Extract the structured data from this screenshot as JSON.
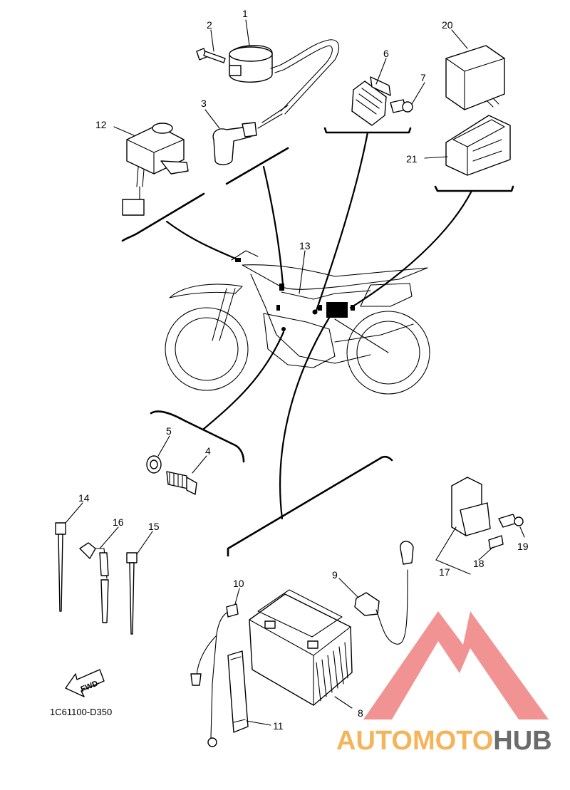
{
  "diagram": {
    "code": "1C61100-D350",
    "fwd_label": "FWD",
    "parts": [
      {
        "no": "1"
      },
      {
        "no": "2"
      },
      {
        "no": "3"
      },
      {
        "no": "4"
      },
      {
        "no": "5"
      },
      {
        "no": "6"
      },
      {
        "no": "7"
      },
      {
        "no": "8"
      },
      {
        "no": "9"
      },
      {
        "no": "10"
      },
      {
        "no": "11"
      },
      {
        "no": "12"
      },
      {
        "no": "13"
      },
      {
        "no": "14"
      },
      {
        "no": "15"
      },
      {
        "no": "16"
      },
      {
        "no": "17"
      },
      {
        "no": "18"
      },
      {
        "no": "19"
      },
      {
        "no": "20"
      },
      {
        "no": "21"
      }
    ]
  },
  "watermark": {
    "text_a": "AUTOMOTO",
    "text_b": "HUB",
    "color_a": "#f5b45a",
    "color_b": "#6b6b6b",
    "logo_color": "#f08080"
  }
}
